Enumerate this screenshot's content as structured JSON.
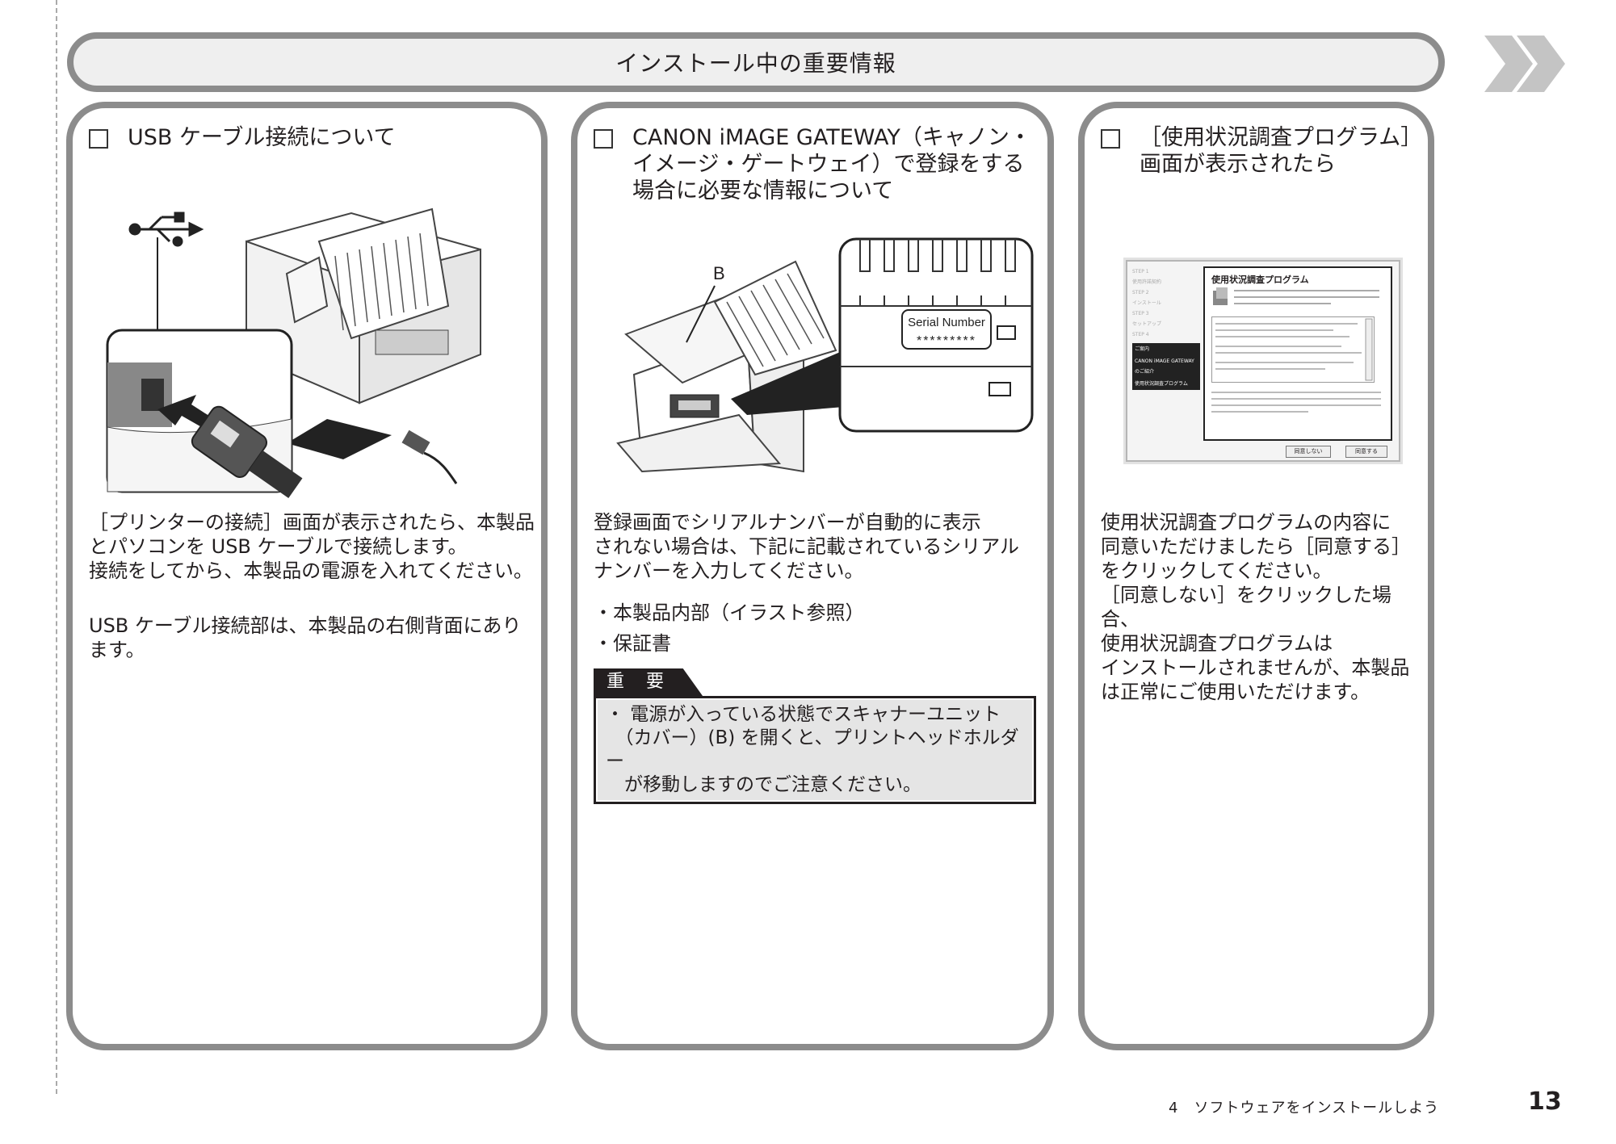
{
  "header": {
    "title": "インストール中の重要情報"
  },
  "panel_usb": {
    "heading": "USB ケーブル接続について",
    "paragraph1": "［プリンターの接続］画面が表示されたら、本製品\nとパソコンを USB ケーブルで接続します。\n接続をしてから、本製品の電源を入れてください。",
    "paragraph2": "USB ケーブル接続部は、本製品の右側背面にあり\nます。"
  },
  "panel_gateway": {
    "heading": "CANON iMAGE GATEWAY（キャノン・\nイメージ・ゲートウェイ）で登録をする\n場合に必要な情報について",
    "label_b": "B",
    "serial_label": "Serial Number",
    "serial_value": "*********",
    "paragraph": "登録画面でシリアルナンバーが自動的に表示\nされない場合は、下記に記載されているシリアル\nナンバーを入力してください。",
    "bullets": [
      "本製品内部（イラスト参照）",
      "保証書"
    ],
    "important_label": "重 要",
    "important_text": "・ 電源が入っている状態でスキャナーユニット\n　（カバー）(B) を開くと、プリントヘッドホルダー\n　が移動しますのでご注意ください。"
  },
  "panel_survey": {
    "heading": "［使用状況調査プログラム］\n画面が表示されたら",
    "dialog": {
      "title": "使用状況調査プログラム",
      "side_items": [
        "STEP 1",
        "使用許諾契約",
        "STEP 2",
        "インストール",
        "STEP 3",
        "セットアップ",
        "STEP 4"
      ],
      "side_selected": "ご案内",
      "side_sub": [
        "CANON iMAGE GATEWAY のご紹介",
        "使用状況調査プログラム"
      ],
      "btn_disagree": "同意しない",
      "btn_agree": "同意する"
    },
    "paragraph": "使用状況調査プログラムの内容に\n同意いただけましたら［同意する］\nをクリックしてください。\n［同意しない］をクリックした場合、\n使用状況調査プログラムは\nインストールされませんが、本製品\nは正常にご使用いただけます。"
  },
  "footer": {
    "section": "4　ソフトウェアをインストールしよう",
    "page_number": "13"
  }
}
